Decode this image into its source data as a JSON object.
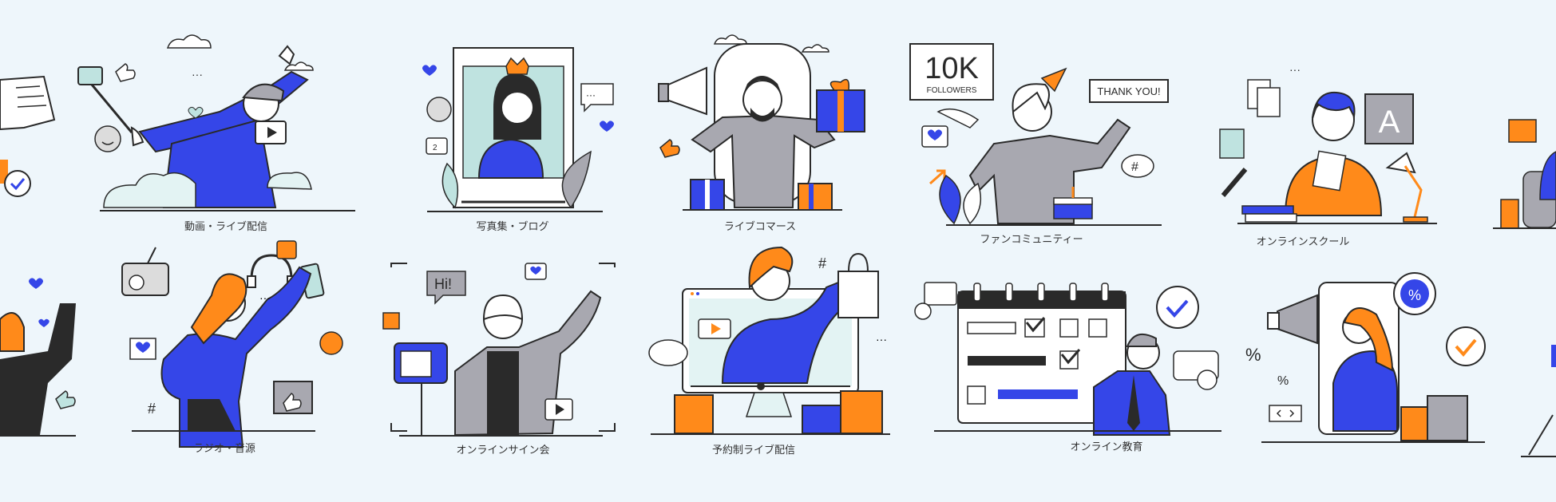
{
  "captions": [
    {
      "id": "video",
      "label": "動画・ライブ配信"
    },
    {
      "id": "photo",
      "label": "写真集・ブログ"
    },
    {
      "id": "commerce",
      "label": "ライブコマース"
    },
    {
      "id": "fan",
      "label": "ファンコミュニティー"
    },
    {
      "id": "school",
      "label": "オンラインスクール"
    },
    {
      "id": "radio",
      "label": "ラジオ・音源"
    },
    {
      "id": "sign",
      "label": "オンラインサイン会"
    },
    {
      "id": "reserve",
      "label": "予約制ライブ配信"
    },
    {
      "id": "edu",
      "label": "オンライン教育"
    }
  ],
  "texts": {
    "followers_count": "10K",
    "followers_label": "FOLLOWERS",
    "thank_you": "THANK YOU!",
    "hi": "Hi!",
    "letter_a": "A",
    "percent": "%",
    "hash": "#",
    "dots": "···",
    "comment_count": "2"
  },
  "colors": {
    "background": "#eef6fb",
    "blue": "#3546e8",
    "orange": "#ff8a1a",
    "line": "#2a2a2a",
    "gray": "#a8a8b0",
    "teal": "#bfe3e0"
  },
  "icons": [
    "heart-icon",
    "thumbs-up-icon",
    "play-icon",
    "chat-bubble-icon",
    "check-icon",
    "gift-icon",
    "megaphone-icon",
    "crown-icon",
    "smiley-icon",
    "hashtag-icon",
    "percent-icon",
    "cloud-icon",
    "radio-icon",
    "headphones-icon",
    "camera-icon",
    "lamp-icon",
    "shopping-bag-icon"
  ]
}
